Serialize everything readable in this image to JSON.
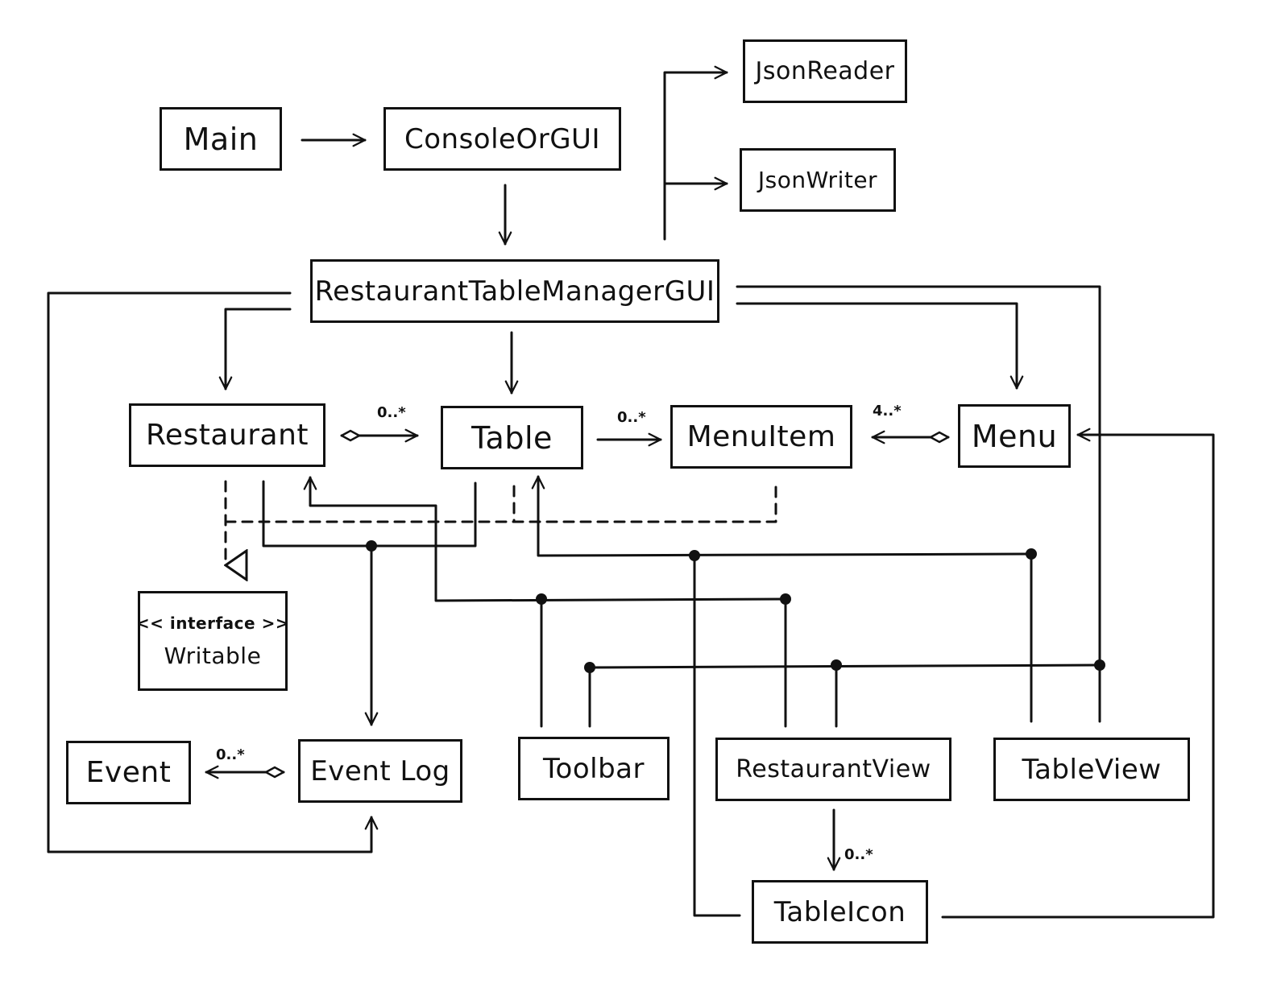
{
  "classes": {
    "main": "Main",
    "console_or_gui": "ConsoleOrGUI",
    "json_reader": "JsonReader",
    "json_writer": "JsonWriter",
    "gui": "RestaurantTableManagerGUI",
    "restaurant": "Restaurant",
    "table": "Table",
    "menu_item": "MenuItem",
    "menu": "Menu",
    "writable_stereotype": "<< interface >>",
    "writable": "Writable",
    "event": "Event",
    "event_log": "Event Log",
    "toolbar": "Toolbar",
    "restaurant_view": "RestaurantView",
    "table_view": "TableView",
    "table_icon": "TableIcon"
  },
  "multiplicities": {
    "restaurant_table": "0..*",
    "table_menuitem": "0..*",
    "menu_menuitem": "4..*",
    "eventlog_event": "0..*",
    "restaurantview_tableicon": "0..*"
  },
  "colors": {
    "stroke": "#111111",
    "background": "#ffffff"
  }
}
